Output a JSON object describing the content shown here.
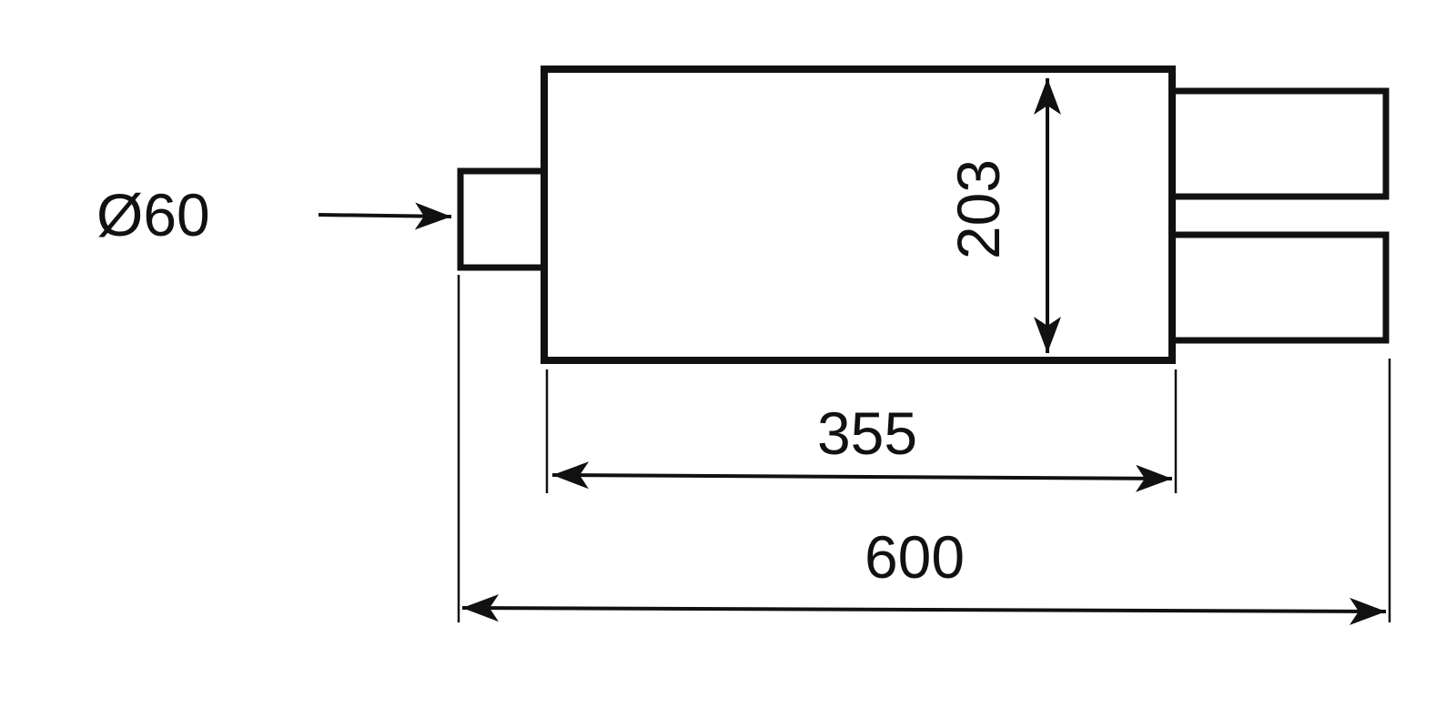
{
  "dimensions": {
    "inlet_diameter": "Ø60",
    "body_height": "203",
    "body_length": "355",
    "overall_length": "600"
  },
  "colors": {
    "line": "#111111",
    "background": "#ffffff"
  }
}
